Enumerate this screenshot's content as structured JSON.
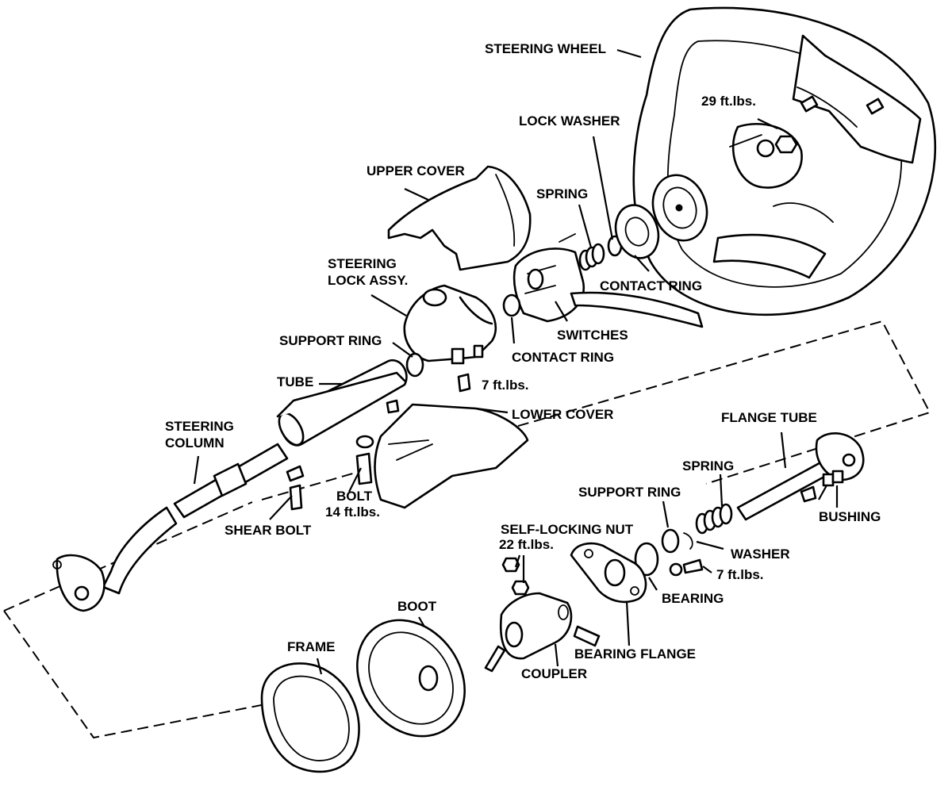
{
  "labels": {
    "steering_wheel": "STEERING WHEEL",
    "torque_wheel_nut": "29 ft.lbs.",
    "lock_washer": "LOCK WASHER",
    "upper_cover": "UPPER COVER",
    "spring_upper": "SPRING",
    "steering_lock_line1": "STEERING",
    "steering_lock_line2": "LOCK ASSY.",
    "contact_ring_upper": "CONTACT RING",
    "support_ring_upper": "SUPPORT RING",
    "switches": "SWITCHES",
    "contact_ring_lower": "CONTACT RING",
    "tube": "TUBE",
    "torque_lock_bolt": "7 ft.lbs.",
    "lower_cover": "LOWER COVER",
    "steering_column_line1": "STEERING",
    "steering_column_line2": "COLUMN",
    "flange_tube": "FLANGE TUBE",
    "spring_lower": "SPRING",
    "support_ring_lower": "SUPPORT RING",
    "bolt": "BOLT",
    "torque_bolt": "14 ft.lbs.",
    "shear_bolt": "SHEAR BOLT",
    "bushing": "BUSHING",
    "self_locking_nut": "SELF-LOCKING NUT",
    "torque_self_locking_nut": "22 ft.lbs.",
    "washer": "WASHER",
    "torque_washer_bolt": "7 ft.lbs.",
    "bearing": "BEARING",
    "boot": "BOOT",
    "frame": "FRAME",
    "bearing_flange": "BEARING FLANGE",
    "coupler": "COUPLER"
  }
}
